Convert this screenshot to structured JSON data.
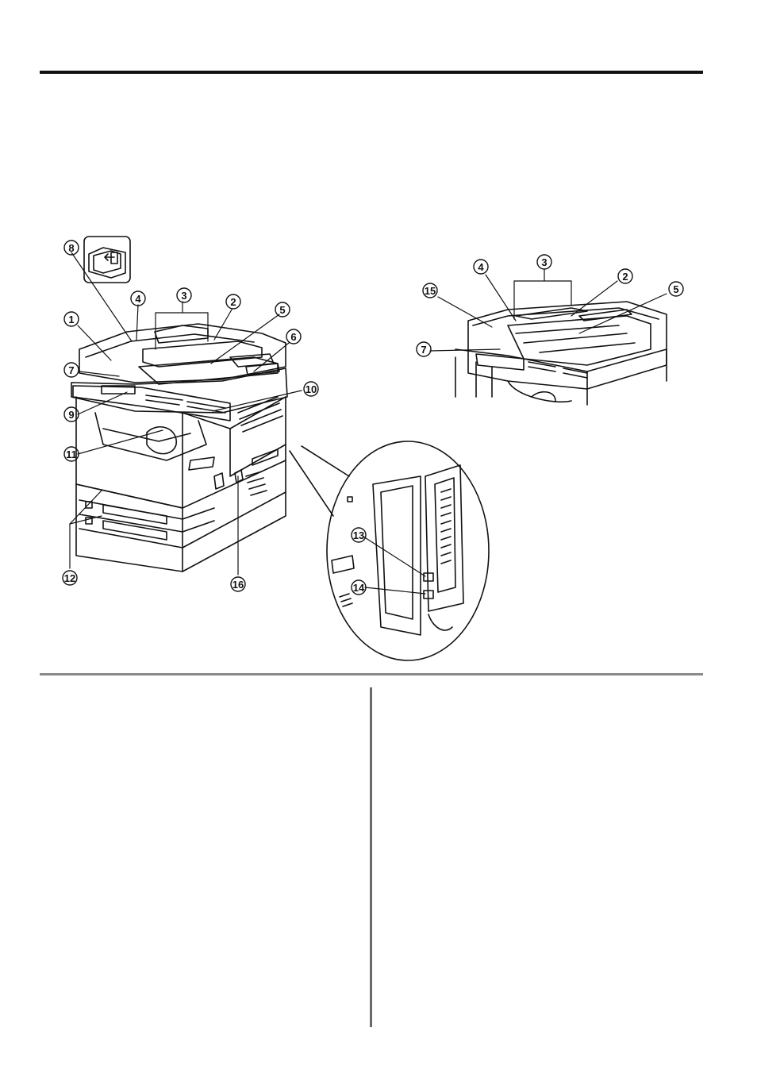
{
  "figure": {
    "callouts": {
      "c1": "1",
      "c2": "2",
      "c3": "3",
      "c4": "4",
      "c5": "5",
      "c6": "6",
      "c7": "7",
      "c8": "8",
      "c9": "9",
      "c10": "10",
      "c11": "11",
      "c12": "12",
      "c13": "13",
      "c14": "14",
      "c15": "15",
      "c16": "16"
    }
  }
}
